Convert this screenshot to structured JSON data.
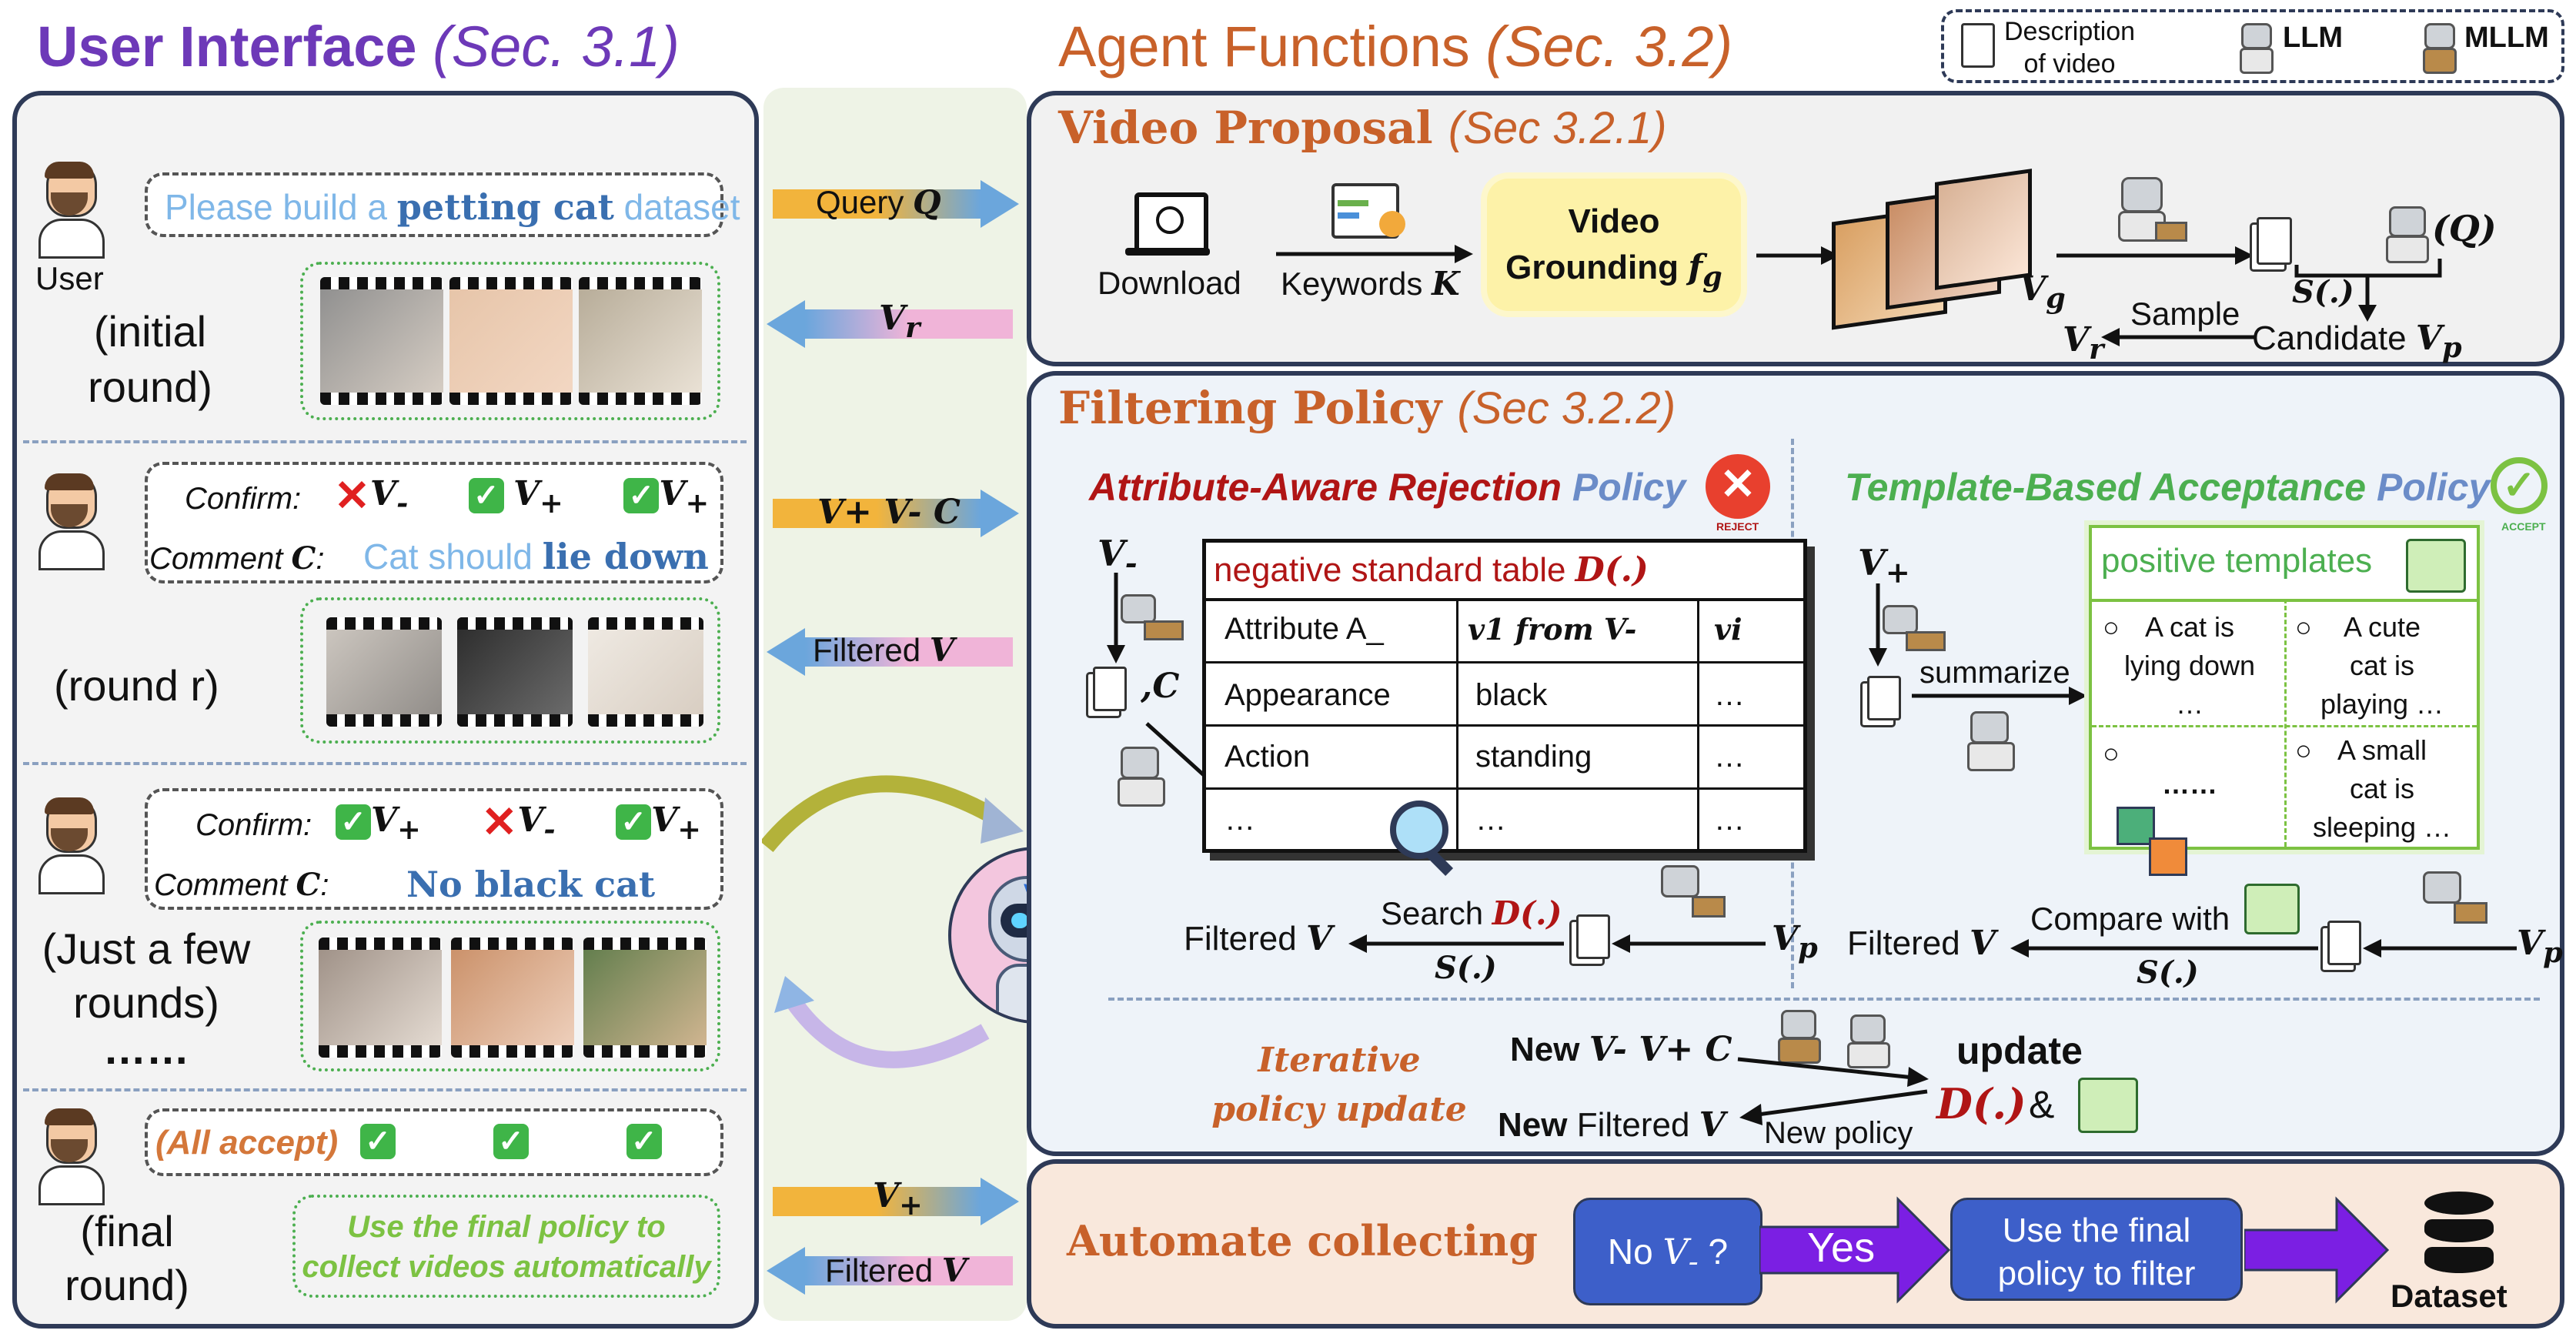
{
  "colors": {
    "panel_border": "#2e3a57",
    "purple_title": "#6d39b8",
    "orange_title": "#c8612a",
    "reject_title": "#b01515",
    "accept_title": "#4caf50",
    "arrow_yellow": "#f2b43c",
    "arrow_blue": "#6ba6dc",
    "arrow_pink": "#f0b4d8",
    "automate_purple": "#7b1fe3",
    "button_blue": "#3d5fc9"
  },
  "headers": {
    "ui_title": "User Interface",
    "ui_sec": "(Sec. 3.1)",
    "agent_title": "Agent Functions",
    "agent_sec": "(Sec. 3.2)"
  },
  "legend": {
    "desc_line1": "Description",
    "desc_line2": "of video",
    "llm": "LLM",
    "mllm": "MLLM"
  },
  "ui": {
    "user_label": "User",
    "initial_round": [
      "(initial",
      "round)"
    ],
    "request_pre": "Please build a ",
    "request_bold": "petting cat",
    "request_post": " dataset",
    "round_r": "(round r)",
    "confirm_label": "Confirm:",
    "comment_label": "Comment ",
    "comment_var": "C",
    "comment_colon": ":",
    "comment1_pre": "Cat should ",
    "comment1_bold": "lie down",
    "comment2": "No black cat",
    "just_few": [
      "(Just a few",
      "rounds)",
      "……"
    ],
    "all_accept": "(All accept)",
    "final_round": [
      "(final",
      "round)"
    ],
    "final_bubble": [
      "Use the final policy to",
      "collect videos automatically"
    ]
  },
  "middle": {
    "query": "Query ",
    "query_var": "Q",
    "vr": "V",
    "vr_sub": "r",
    "vpm": "V+ V- C",
    "filtered": "Filtered ",
    "vplus": "V",
    "v_var": "V"
  },
  "video_proposal": {
    "title": "Video Proposal",
    "sec": "(Sec 3.2.1)",
    "download": "Download",
    "keywords": "Keywords ",
    "keywords_var": "K",
    "grounding_line1": "Video",
    "grounding_line2": "Grounding ",
    "grounding_var": "f",
    "grounding_sub": "g",
    "vg": "V",
    "vg_sub": "g",
    "q_var": "(Q)",
    "s_func": "S(.)",
    "sample": "Sample",
    "candidate": "Candidate ",
    "cand_var": "V",
    "cand_sub": "p",
    "vr_out": "V",
    "vr_out_sub": "r"
  },
  "filtering": {
    "title": "Filtering Policy",
    "sec": "(Sec 3.2.2)",
    "reject_title_a": "Attribute-Aware Rejection ",
    "reject_title_b": "Policy",
    "reject_badge": "REJECT",
    "accept_title_a": "Template-Based Acceptance ",
    "accept_title_b": "Policy",
    "accept_badge": "ACCEPT",
    "vminus": "V",
    "comma_c": ",C",
    "table_title": "negative standard table ",
    "table_title_var": "D(.)",
    "table_headers": [
      "Attribute A_",
      "v1 from V-",
      "vi"
    ],
    "table_rows": [
      [
        "Appearance",
        "black",
        "…"
      ],
      [
        "Action",
        "standing",
        "…"
      ],
      [
        "…",
        "…",
        "…"
      ]
    ],
    "search": "Search ",
    "search_var": "D(.)",
    "s_func": "S(.)",
    "filtered_v": "Filtered ",
    "v_var": "V",
    "vp": "V",
    "vp_sub": "p",
    "vplus": "V",
    "summarize": "summarize",
    "templates_title": "positive templates",
    "templates": [
      [
        "A cat is",
        "lying down",
        "…"
      ],
      [
        "A cute",
        "cat is",
        "playing …"
      ],
      [
        "……"
      ],
      [
        "A small",
        "cat is",
        "sleeping …"
      ]
    ],
    "compare": "Compare with",
    "iterative": [
      "Iterative",
      "policy update"
    ],
    "new_prefix": "New ",
    "new_vars": "V-  V+  C",
    "update": "update",
    "update_var": "D(.)",
    "amp": "&",
    "new_filtered": "New ",
    "new_filtered_b": "Filtered ",
    "new_policy": "New policy"
  },
  "automate": {
    "title": "Automate collecting",
    "no_v": "No ",
    "no_v_var": "V",
    "no_v_q": " ?",
    "yes": "Yes",
    "use_final": [
      "Use the final",
      "policy to filter"
    ],
    "dataset": "Dataset"
  }
}
